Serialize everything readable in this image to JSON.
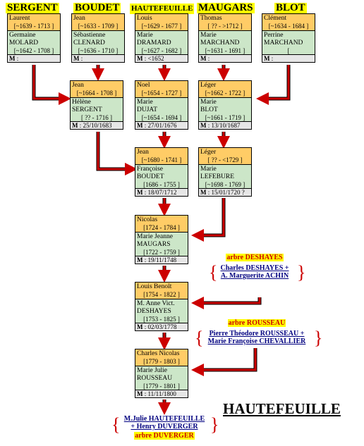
{
  "surnames": [
    "SERGENT",
    "BOUDET",
    "HAUTEFEUILLE",
    "MAUGARS",
    "BLOT"
  ],
  "gen1": [
    {
      "h1": "Laurent",
      "h2": "[~1639 - 1713 ]",
      "w1": "Germaine",
      "w2": "MOLARD",
      "w3": "[~1642 - 1708 ]",
      "m": "M :"
    },
    {
      "h1": "Jean",
      "h2": "[~1633 - 1709 ]",
      "w1": "Sébastienne",
      "w2": "CLENARD",
      "w3": "[~1636 - 1710 ]",
      "m": "M :"
    },
    {
      "h1": "Louis",
      "h2": "[~1629 - 1677 ]",
      "w1": "Marie",
      "w2": "DRAMARD",
      "w3": "[~1627 - 1682 ]",
      "m": "M : <1652"
    },
    {
      "h1": "Thomas",
      "h2": "[ ?? - >1712 ]",
      "w1": "Marie",
      "w2": "MARCHAND",
      "w3": "[~1631 - 1691 ]",
      "m": "M :"
    },
    {
      "h1": "Clément",
      "h2": "[~1634 - 1684 ]",
      "w1": "Perrine",
      "w2": "MARCHAND",
      "w3": "[",
      "m": "M :"
    }
  ],
  "gen2": [
    {
      "h1": "Jean",
      "h2": "[~1664 - 1708 ]",
      "w1": "Hélène",
      "w2": "SERGENT",
      "w3": "[ ?? - 1716 ]",
      "m": "M : 25/10/1683"
    },
    {
      "h1": "Noel",
      "h2": "[~1654 - 1727 ]",
      "w1": "Marie",
      "w2": "DUJAT",
      "w3": "[~1654 - 1694 ]",
      "m": "M : 27/01/1676"
    },
    {
      "h1": "Léger",
      "h2": "[~1662 - 1722 ]",
      "w1": "Marie",
      "w2": "BLOT",
      "w3": "[~1661 - 1719 ]",
      "m": "M : 13/10/1687"
    }
  ],
  "gen3": [
    {
      "h1": "Jean",
      "h2": "[~1680 - 1741 ]",
      "w1": "Françoise",
      "w2": "BOUDET",
      "w3": "[1686 - 1755 ]",
      "m": "M : 18/07/1712"
    },
    {
      "h1": "Léger",
      "h2": "[ ?? - <1729 ]",
      "w1": "Marie",
      "w2": "LEFEBURE",
      "w3": "[~1698 - 1769 ]",
      "m": "M : 15/01/1720 ?"
    }
  ],
  "gen4": {
    "h1": "Nicolas",
    "h2": "[1724 - 1784 ]",
    "w1": "Marie Jeanne",
    "w2": "MAUGARS",
    "w3": "[1722 - 1759 ]",
    "m": "M : 19/11/1748"
  },
  "gen5": {
    "h1": "Louis Benoît",
    "h2": "[1754 - 1822 ]",
    "w1": "M. Anne Vict.",
    "w2": "DESHAYES",
    "w3": "[1753 - 1825 ]",
    "m": "M : 02/03/1778"
  },
  "gen6": {
    "h1": "Charles Nicolas",
    "h2": "[1779 - 1803 ]",
    "w1": "Marie Julie",
    "w2": "ROUSSEAU",
    "w3": "[1779 - 1801 ]",
    "m": "M : 11/11/1800"
  },
  "deshayes": {
    "label": "arbre DESHAYES",
    "line1": "Charles DESHAYES +",
    "line2": "A. Marguerite ACHIN"
  },
  "rousseau": {
    "label": "arbre ROUSSEAU",
    "line1": "Pierre Théodore ROUSSEAU +",
    "line2": "Marie Françoise CHEVALLIER"
  },
  "duverger": {
    "line1": "M.Julie HAUTEFEUILLE",
    "line2": "+ Henry DUVERGER",
    "label": "arbre DUVERGER"
  },
  "title": "HAUTEFEUILLE",
  "colors": {
    "husband": "#ffcc66",
    "wife": "#cce6c8",
    "marriage": "#e6e6e6",
    "arrow": "#cc0000",
    "highlight": "#ffff00",
    "link": "#000080"
  }
}
